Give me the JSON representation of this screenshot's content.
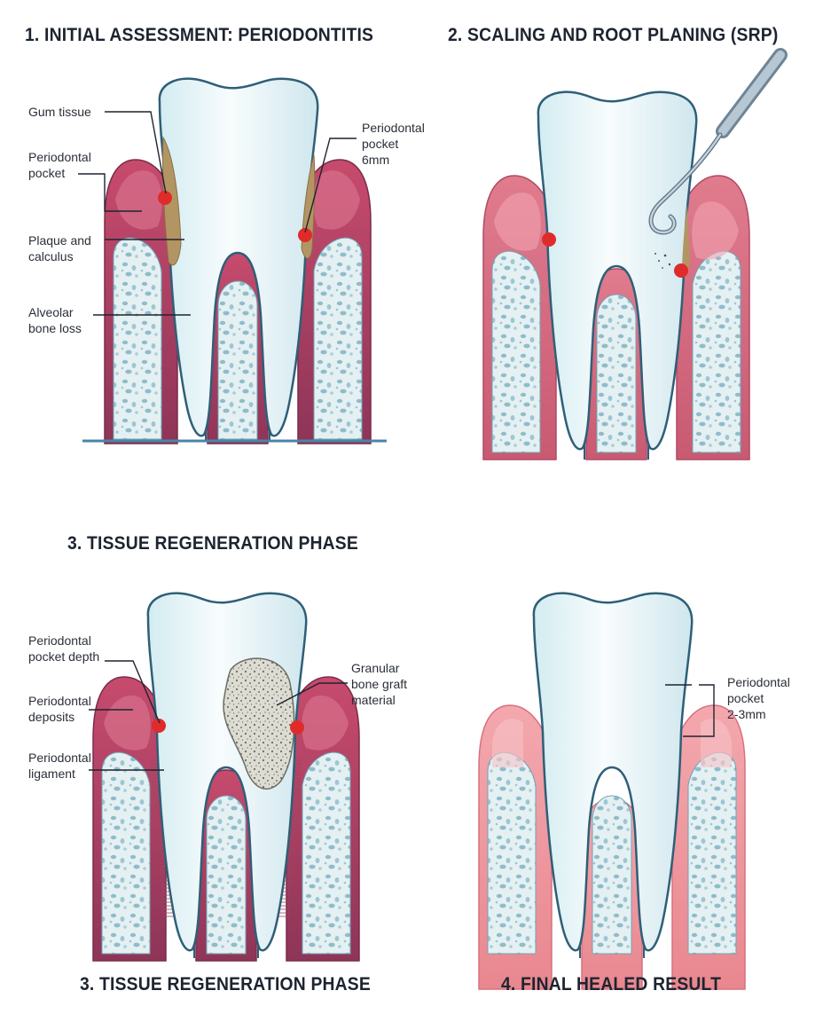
{
  "panels": [
    {
      "title": "1. INITIAL ASSESSMENT: PERIODONTITIS",
      "labels": {
        "gum_tissue": "Gum tissue",
        "periodontal_pocket": "Periodontal\npocket",
        "plaque": "Plaque and\ncalculus",
        "bone_loss": "Alveolar\nbone loss",
        "pocket_6mm": "Periodontal\npocket\n6mm"
      }
    },
    {
      "title": "2. SCALING AND ROOT PLANING (SRP)"
    },
    {
      "title": "3. TISSUE REGENERATION PHASE",
      "subtitle": "3. TISSUE REGENERATION PHASE",
      "labels": {
        "pocket_depth": "Periodontal\npocket depth",
        "deposits": "Periodontal\ndeposits",
        "ligament": "Periodontal\nligament",
        "graft": "Granular\nbone graft\nmaterial"
      }
    },
    {
      "title": "4. FINAL HEALED RESULT",
      "labels": {
        "pocket_2_3mm": "Periodontal\npocket\n2-3mm"
      }
    }
  ],
  "colors": {
    "gum_inflamed": "#b23a5e",
    "gum_inflamed_light": "#d7708c",
    "gum_healthy": "#ee9aa3",
    "gum_healthy_light": "#f7c3c7",
    "bone": "#e4f0f2",
    "bone_dots": "#8fbccb",
    "tooth": "#e9f6f8",
    "tooth_outline": "#2f5f78",
    "plaque": "#b39564",
    "marker": "#e02b2b",
    "instrument": "#9fb3c4"
  },
  "icons": {
    "instrument": "periodontal-curette-icon"
  }
}
